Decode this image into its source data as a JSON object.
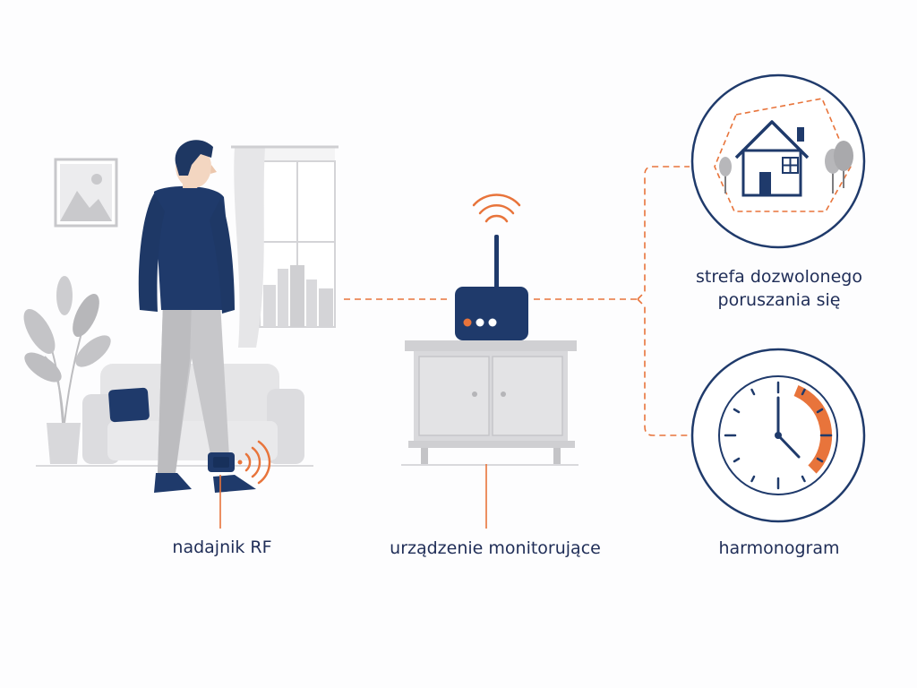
{
  "labels": {
    "rf_transmitter": "nadajnik RF",
    "monitoring_device": "urządzenie monitorujące",
    "allowed_zone_line1": "strefa dozwolonego",
    "allowed_zone_line2": "poruszania się",
    "schedule": "harmonogram"
  },
  "icons": {
    "zone": "house-icon",
    "schedule": "clock-icon",
    "signal": "wifi-signal-icon"
  },
  "colors": {
    "navy": "#1f3a6b",
    "accent": "#e8743b",
    "grey": "#c9c9cc",
    "text": "#1f2d57"
  }
}
